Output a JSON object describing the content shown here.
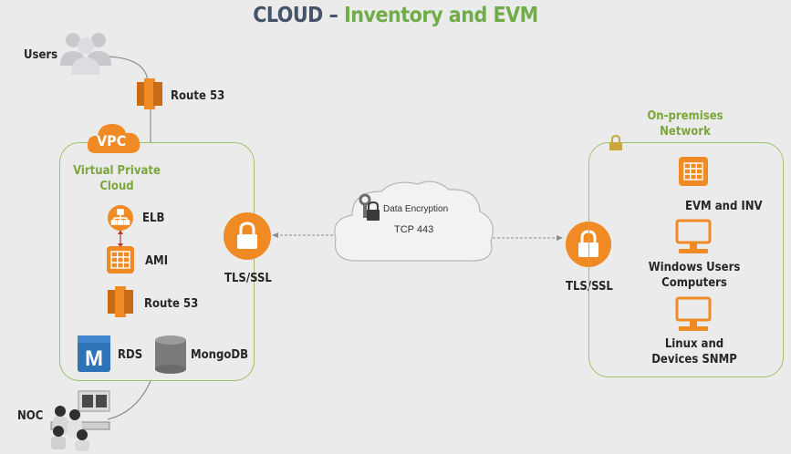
{
  "title": {
    "part1": "CLOUD – ",
    "part2": "Inventory and EVM"
  },
  "nodes": {
    "users": "Users",
    "route53_top": "Route 53",
    "vpc_badge": "VPC",
    "vpc_name": "Virtual Private Cloud",
    "elb": "ELB",
    "ami": "AMI",
    "route53_inner": "Route 53",
    "rds": "RDS",
    "mongodb": "MongoDB",
    "tls_left": "TLS/SSL",
    "tls_right": "TLS/SSL",
    "data_encryption": "Data Encryption",
    "tcp": "TCP 443",
    "onprem": "On-premises Network",
    "evm_inv": "EVM and INV",
    "windows": "Windows Users Computers",
    "linux": "Linux and Devices SNMP",
    "noc": "NOC"
  },
  "colors": {
    "title_dark": "#44546a",
    "accent_green": "#70ad47",
    "aws_orange": "#f08a24",
    "rds_blue": "#2e73b8",
    "lock_gold": "#c9a640"
  },
  "icons": [
    "users-icon",
    "route53-icon",
    "vpc-cloud-icon",
    "elb-icon",
    "ami-icon",
    "rds-icon",
    "mongodb-icon",
    "lock-icon",
    "cloud-icon",
    "key-lock-icon",
    "server-icon",
    "computer-icon",
    "padlock-icon",
    "noc-operators-icon"
  ]
}
